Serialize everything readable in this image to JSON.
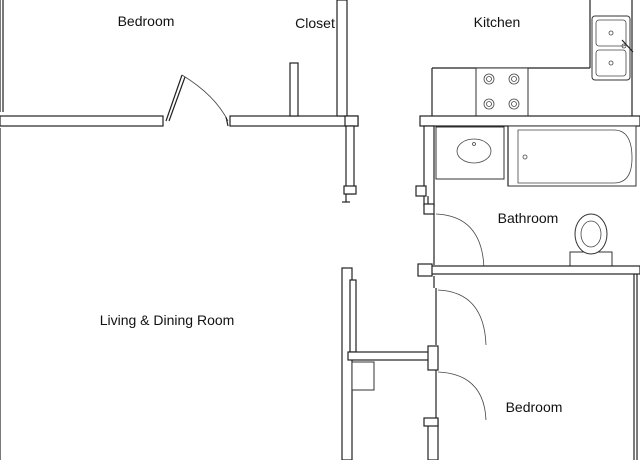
{
  "rooms": {
    "bedroom_top": "Bedroom",
    "closet": "Closet",
    "kitchen": "Kitchen",
    "bathroom": "Bathroom",
    "living_dining": "Living & Dining Room",
    "bedroom_bottom": "Bedroom"
  },
  "colors": {
    "wall_stroke": "#222222",
    "background": "#ffffff"
  },
  "icons": [
    "sink-icon",
    "stove-icon",
    "bathtub-icon",
    "toilet-icon",
    "door-swing-icon"
  ]
}
